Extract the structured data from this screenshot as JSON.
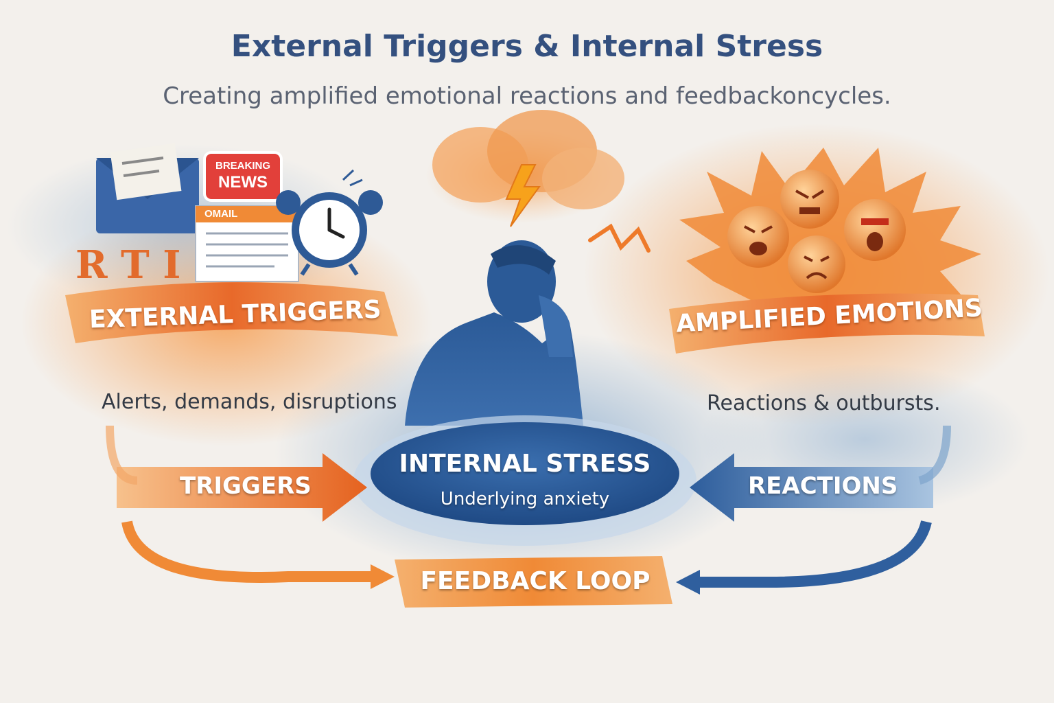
{
  "header": {
    "title": "External Triggers & Internal Stress",
    "subtitle": "Creating amplified emotional reactions and feedbackoncycles."
  },
  "left": {
    "banner": "EXTERNAL TRIGGERS",
    "caption": "Alerts, demands, disruptions",
    "news_badge": {
      "line1": "BREAKING",
      "line2": "NEWS"
    },
    "mail_label": "OMAIL"
  },
  "right": {
    "banner": "AMPLIFIED EMOTIONS",
    "caption": "Reactions & outbursts."
  },
  "center": {
    "title": "INTERNAL STRESS",
    "subtitle": "Underlying anxiety"
  },
  "arrows": {
    "left": "TRIGGERS",
    "right": "REACTIONS",
    "bottom": "FEEDBACK LOOP"
  },
  "colors": {
    "orange": "#ee7a2a",
    "blue": "#2f5f9e",
    "navy": "#34507f"
  },
  "icons": [
    "envelope-icon",
    "alarm-clock-icon",
    "lightning-icon",
    "cloud-icon",
    "angry-face-icon",
    "person-icon"
  ]
}
